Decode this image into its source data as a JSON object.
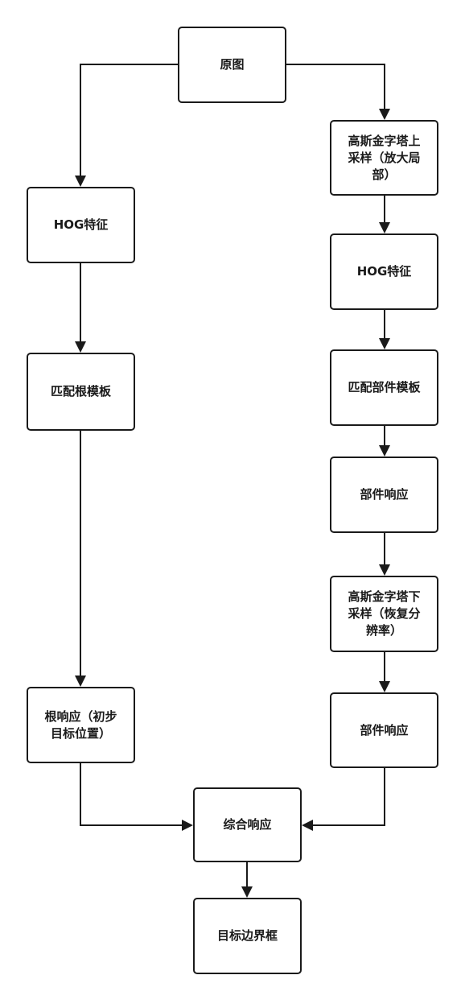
{
  "diagram": {
    "nodes": {
      "original": "原图",
      "left_hog": "HOG特征",
      "match_root": "匹配根模板",
      "root_response": "根响应（初步\n目标位置）",
      "pyramid_up": "高斯金字塔上\n采样（放大局\n部）",
      "right_hog": "HOG特征",
      "match_part": "匹配部件模板",
      "part_response_1": "部件响应",
      "pyramid_down": "高斯金字塔下\n采样（恢复分\n辨率）",
      "part_response_2": "部件响应",
      "combined": "综合响应",
      "bbox": "目标边界框"
    }
  }
}
